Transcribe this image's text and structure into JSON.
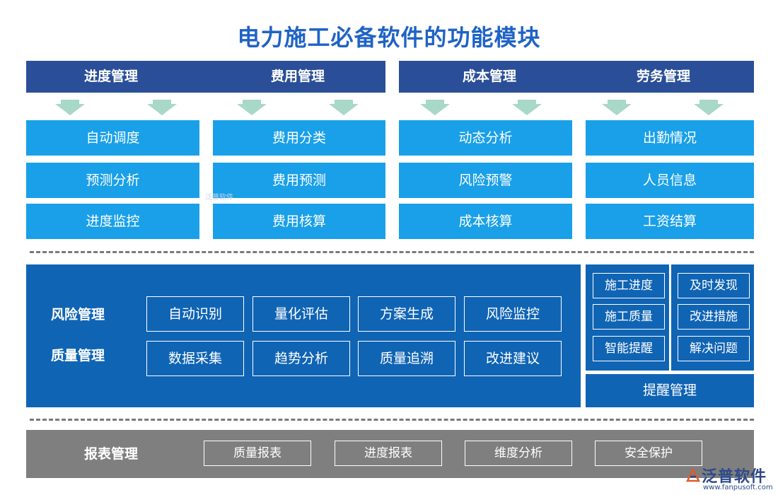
{
  "title": "电力施工必备软件的功能模块",
  "header": {
    "col1": "进度管理",
    "col2": "费用管理",
    "col3": "成本管理",
    "col4": "劳务管理"
  },
  "grid": {
    "col1": [
      "自动调度",
      "预测分析",
      "进度监控"
    ],
    "col2": [
      "费用分类",
      "费用预测",
      "费用核算"
    ],
    "col3": [
      "动态分析",
      "风险预警",
      "成本核算"
    ],
    "col4": [
      "出勤情况",
      "人员信息",
      "工资结算"
    ]
  },
  "middle": {
    "risk_label": "风险管理",
    "quality_label": "质量管理",
    "row1": [
      "自动识别",
      "量化评估",
      "方案生成",
      "风险监控"
    ],
    "row2": [
      "数据采集",
      "趋势分析",
      "质量追溯",
      "改进建议"
    ]
  },
  "right": {
    "left_col": [
      "施工进度",
      "施工质量",
      "智能提醒"
    ],
    "right_col": [
      "及时发现",
      "改进措施",
      "解决问题"
    ],
    "bottom_label": "提醒管理"
  },
  "report": {
    "label": "报表管理",
    "items": [
      "质量报表",
      "进度报表",
      "维度分析",
      "安全保护"
    ]
  },
  "watermark": {
    "brand": "泛普软件",
    "url": "www.fanpusoft.com",
    "faint": "泛普软件"
  },
  "colors": {
    "title": "#1f63c6",
    "header": "#2a4f98",
    "cell": "#1aa0e8",
    "panel": "#1064b4",
    "arrow": "#a8d8c8",
    "report": "#7f7f7f"
  }
}
